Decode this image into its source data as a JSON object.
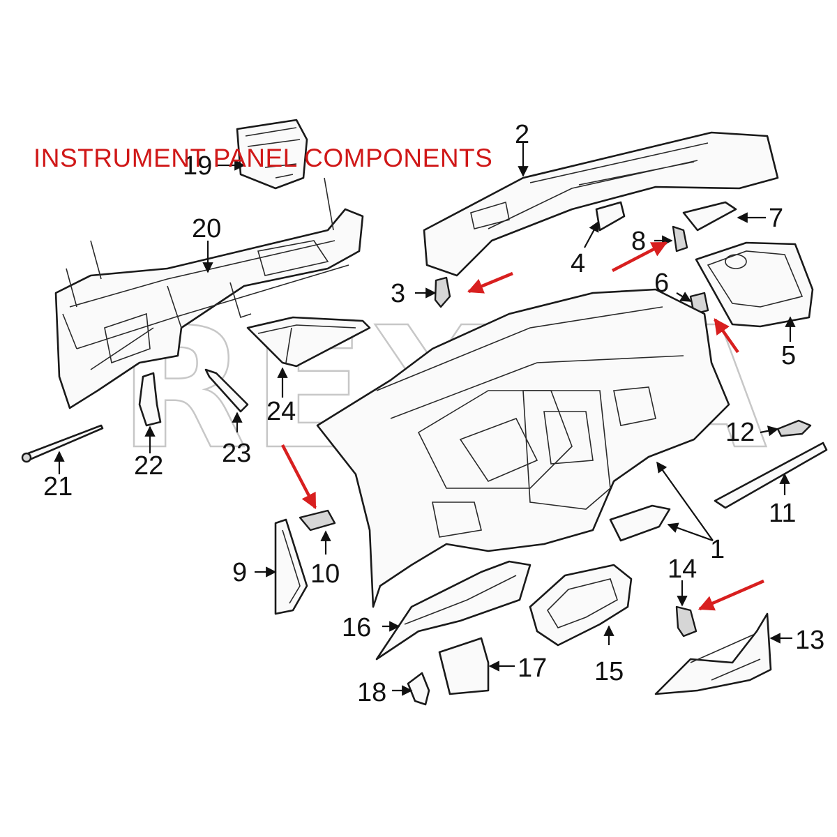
{
  "title": "INSTRUMENT PANEL COMPONENTS",
  "watermark": "REXKA",
  "callouts": {
    "c1": "1",
    "c2": "2",
    "c3": "3",
    "c4": "4",
    "c5": "5",
    "c6": "6",
    "c7": "7",
    "c8": "8",
    "c9": "9",
    "c10": "10",
    "c11": "11",
    "c12": "12",
    "c13": "13",
    "c14": "14",
    "c15": "15",
    "c16": "16",
    "c17": "17",
    "c18": "18",
    "c19": "19",
    "c20": "20",
    "c21": "21",
    "c22": "22",
    "c23": "23",
    "c24": "24"
  },
  "colors": {
    "title": "#d01818",
    "highlight_arrow": "#d81f1f",
    "line": "#1a1a1a"
  }
}
